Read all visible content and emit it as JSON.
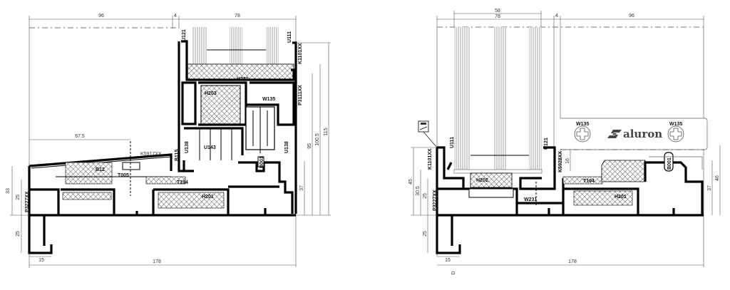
{
  "left_section": {
    "dimensions": {
      "top_left": "96",
      "top_gap": "4",
      "top_right": "78",
      "sill_width": "67.5",
      "height_37": "37",
      "height_95": "95",
      "height_100_5": "100.5",
      "height_115": "115",
      "left_33": "33",
      "left_25_upper": "25",
      "left_25_lower": "25",
      "bottom_15": "15",
      "overall_width": "178"
    },
    "labels": {
      "u121": "U121",
      "u111": "U111",
      "k1101": "K1101XX",
      "h281": "H281",
      "h203": "H203",
      "w135": "W135",
      "p3111": "P3111XX",
      "u138_left": "U138",
      "u143": "U143",
      "u138_right": "U138",
      "b115": "B115",
      "k5917": "K5917XX",
      "b001": "B001",
      "b12": "B12",
      "t005": "T005",
      "t194": "T194",
      "h201": "H201",
      "p3227": "P3227XX"
    }
  },
  "right_section": {
    "dimensions": {
      "top_58": "58",
      "top_78": "78",
      "top_gap": "4",
      "top_96": "96",
      "left_45": "45",
      "left_30_5": "30.5",
      "left_25_upper": "25",
      "left_25_lower": "25",
      "bottom_15": "15",
      "overall_width": "178",
      "height_16": "16",
      "height_37": "37",
      "height_46": "46"
    },
    "labels": {
      "u111": "U111",
      "u121": "U121",
      "k1101": "K1101XX",
      "k5928": "K5928XX",
      "h202": "H202",
      "t194": "T194",
      "w231": "W231",
      "h201": "H201",
      "b001": "B001",
      "p3227": "P3227XX",
      "w135_left": "W135",
      "w135_right": "W135",
      "section_mark": "D"
    },
    "logo": "aluron"
  }
}
